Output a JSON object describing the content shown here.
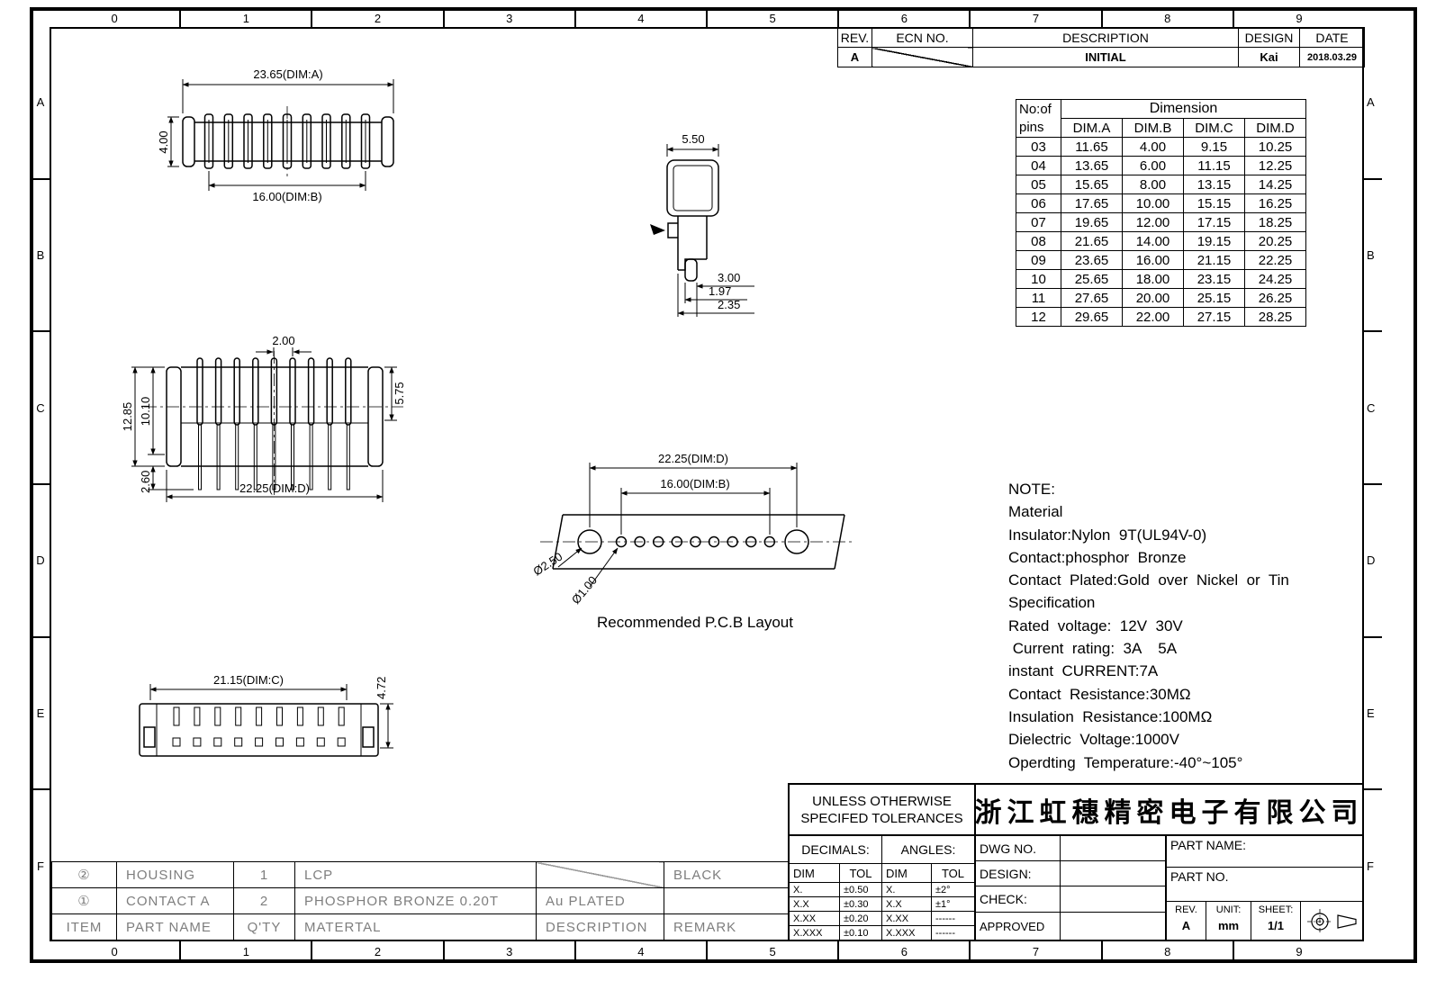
{
  "frame": {
    "grid_cols": [
      "0",
      "1",
      "2",
      "3",
      "4",
      "5",
      "6",
      "7",
      "8",
      "9"
    ],
    "grid_rows": [
      "A",
      "B",
      "C",
      "D",
      "E",
      "F"
    ]
  },
  "revision_table": {
    "headers": {
      "rev": "REV.",
      "ecn": "ECN  NO.",
      "description": "DESCRIPTION",
      "design": "DESIGN",
      "date": "DATE"
    },
    "row": {
      "rev": "A",
      "description": "INITIAL",
      "design": "Kai",
      "date": "2018.03.29"
    }
  },
  "dim_table": {
    "h_pins1": "No:of",
    "h_pins2": "pins",
    "h_dimension": "Dimension",
    "h_cols": [
      "DIM.A",
      "DIM.B",
      "DIM.C",
      "DIM.D"
    ],
    "rows": [
      [
        "03",
        "11.65",
        "4.00",
        "9.15",
        "10.25"
      ],
      [
        "04",
        "13.65",
        "6.00",
        "11.15",
        "12.25"
      ],
      [
        "05",
        "15.65",
        "8.00",
        "13.15",
        "14.25"
      ],
      [
        "06",
        "17.65",
        "10.00",
        "15.15",
        "16.25"
      ],
      [
        "07",
        "19.65",
        "12.00",
        "17.15",
        "18.25"
      ],
      [
        "08",
        "21.65",
        "14.00",
        "19.15",
        "20.25"
      ],
      [
        "09",
        "23.65",
        "16.00",
        "21.15",
        "22.25"
      ],
      [
        "10",
        "25.65",
        "18.00",
        "23.15",
        "24.25"
      ],
      [
        "11",
        "27.65",
        "20.00",
        "25.15",
        "26.25"
      ],
      [
        "12",
        "29.65",
        "22.00",
        "27.15",
        "28.25"
      ]
    ]
  },
  "views": {
    "top": {
      "dim_a": "23.65(DIM:A)",
      "dim_b": "16.00(DIM:B)",
      "height": "4.00"
    },
    "side": {
      "width": "5.50",
      "dim1": "3.00",
      "dim2": "1.97",
      "dim3": "2.35"
    },
    "front": {
      "pitch": "2.00",
      "total_h": "12.85",
      "inner_h": "10.10",
      "tail": "2.60",
      "right_h": "5.75",
      "dim_d": "22.25(DIM:D)"
    },
    "pcb": {
      "dim_d": "22.25(DIM:D)",
      "dim_b": "16.00(DIM:B)",
      "big_hole": "Ø2.50",
      "small_hole": "Ø1.00",
      "caption": "Recommended  P.C.B  Layout"
    },
    "bottom": {
      "dim_c": "21.15(DIM:C)",
      "height": "4.72"
    }
  },
  "note": {
    "lines": [
      "NOTE:",
      "Material",
      "Insulator:Nylon  9T(UL94V-0)",
      "Contact:phosphor  Bronze",
      "Contact  Plated:Gold  over  Nickel  or  Tin",
      "Specification",
      "Rated  voltage:  12V  30V",
      " Current  rating:  3A    5A",
      "instant  CURRENT:7A",
      "Contact  Resistance:30MΩ",
      "Insulation  Resistance:100MΩ",
      "Dielectric  Voltage:1000V",
      "Operdting  Temperature:-40°~105°"
    ]
  },
  "bom_table": {
    "headers": {
      "item": "ITEM",
      "part": "PART  NAME",
      "qty": "Q'TY",
      "material": "MATERTAL",
      "desc": "DESCRIPTION",
      "remark": "REMARK"
    },
    "rows": [
      {
        "item": "②",
        "part": "HOUSING",
        "qty": "1",
        "material": "LCP",
        "desc": "",
        "remark": "BLACK"
      },
      {
        "item": "①",
        "part": "CONTACT  A",
        "qty": "2",
        "material": "PHOSPHOR  BRONZE  0.20T",
        "desc": "Au  PLATED",
        "remark": ""
      }
    ]
  },
  "title_block": {
    "tolerance_line1": "UNLESS  OTHERWISE",
    "tolerance_line2": "SPECIFED  TOLERANCES",
    "company": "浙江虹穗精密电子有限公司",
    "decimals": "DECIMALS:",
    "angles": "ANGLES:",
    "tol_headers": [
      "DIM",
      "TOL",
      "DIM",
      "TOL"
    ],
    "tol_rows": [
      [
        "X.",
        "±0.50",
        "X.",
        "±2°"
      ],
      [
        "X.X",
        "±0.30",
        "X.X",
        "±1°"
      ],
      [
        "X.XX",
        "±0.20",
        "X.XX",
        "------"
      ],
      [
        "X.XXX",
        "±0.10",
        "X.XXX",
        "------"
      ]
    ],
    "dwg_no": "DWG  NO.",
    "design": "DESIGN:",
    "check": "CHECK:",
    "approved": "APPROVED",
    "part_name": "PART  NAME:",
    "part_no": "PART  NO.",
    "rev_label": "REV.",
    "rev_value": "A",
    "unit_label": "UNIT:",
    "unit_value": "mm",
    "sheet_label": "SHEET:",
    "sheet_value": "1/1"
  }
}
